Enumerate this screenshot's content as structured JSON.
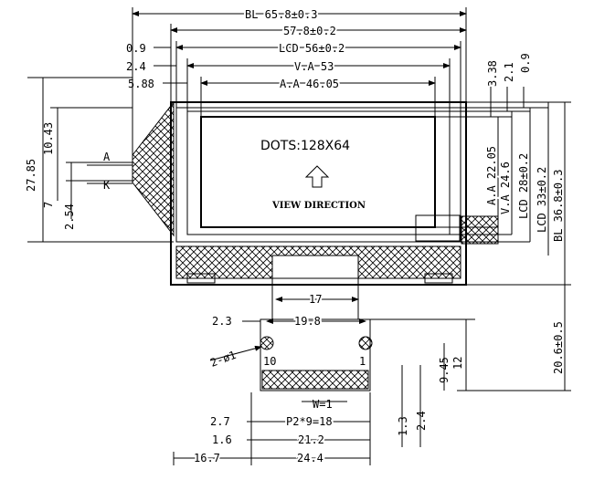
{
  "top_dims": {
    "bl": "BL 65.8±0.3",
    "outer": "57.8±0.2",
    "lcd_w": "LCD 56±0.2",
    "va_w": "V.A 53",
    "aa_w": "A.A 46.05",
    "left_09": "0.9",
    "left_24": "2.4",
    "left_588": "5.88"
  },
  "display": {
    "dots": "DOTS:128X64",
    "view": "VIEW DIRECTION"
  },
  "backlight": {
    "a": "A",
    "k": "K"
  },
  "left_dims": {
    "d2785": "27.85",
    "d1043": "10.43",
    "d7": "7",
    "d254": "2.54"
  },
  "right_dims": {
    "d338": "3.38",
    "d21": "2.1",
    "d09": "0.9",
    "aa_h": "A.A 22.05",
    "va_h": "V.A 24.6",
    "lcd_h": "LCD 28±0.2",
    "lcd_h2": "LCD 33±0.2",
    "bl_h": "BL 36.8±0.3",
    "d206": "20.6±0.5"
  },
  "fpc_dims": {
    "d17": "17",
    "d23": "2.3",
    "d198": "19.8",
    "hole": "2-ø1",
    "pin10": "10",
    "pin1": "1",
    "d12": "12",
    "d945": "9.45",
    "w": "W=1",
    "d27": "2.7",
    "pitch": "P2*9=18",
    "d13": "1.3",
    "d24": "2.4",
    "d16": "1.6",
    "d212": "21.2",
    "d167": "16.7",
    "d244": "24.4"
  }
}
